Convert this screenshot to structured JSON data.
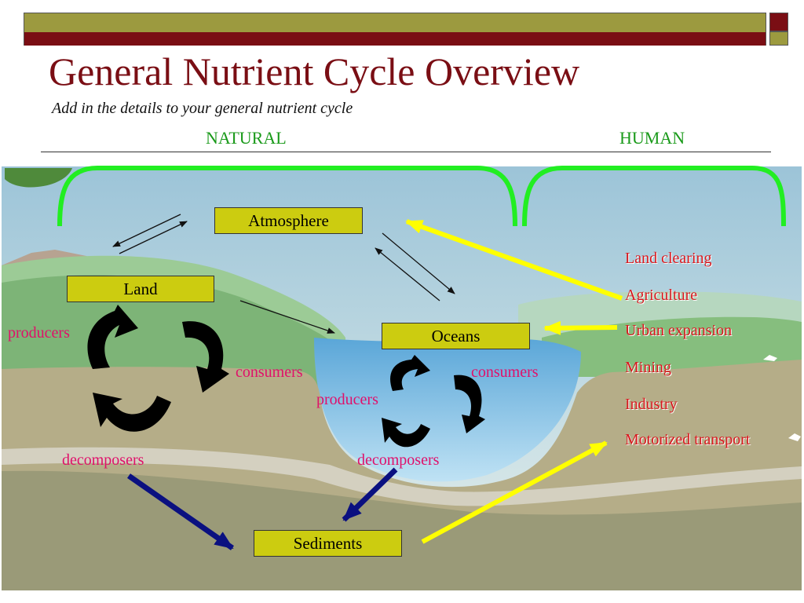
{
  "slide": {
    "title": "General Nutrient Cycle Overview",
    "subtitle": "Add in the details to your general nutrient cycle",
    "columns": {
      "natural": "NATURAL",
      "human": "HUMAN"
    }
  },
  "reservoirs": {
    "atmosphere": "Atmosphere",
    "land": "Land",
    "oceans": "Oceans",
    "sediments": "Sediments"
  },
  "land_cycle": {
    "producers": "producers",
    "consumers": "consumers",
    "decomposers": "decomposers"
  },
  "ocean_cycle": {
    "producers": "producers",
    "consumers": "consumers",
    "decomposers": "decomposers"
  },
  "human_activities": [
    "Land clearing",
    "Agriculture",
    "Urban expansion",
    "Mining",
    "Industry",
    "Motorized transport"
  ],
  "colors": {
    "title": "#7a0e14",
    "column_heading": "#1a9a1a",
    "bracket": "#22ee22",
    "reservoir_box": "#cccc10",
    "cycle_label": "#e0106a",
    "human_activity": "#d8171d",
    "human_arrow": "#ffff00",
    "sediment_arrow": "#0a1080"
  },
  "icons": {
    "cycle_arrows": "circular-recycle-arrows-icon",
    "exchange": "double-arrow-icon"
  }
}
